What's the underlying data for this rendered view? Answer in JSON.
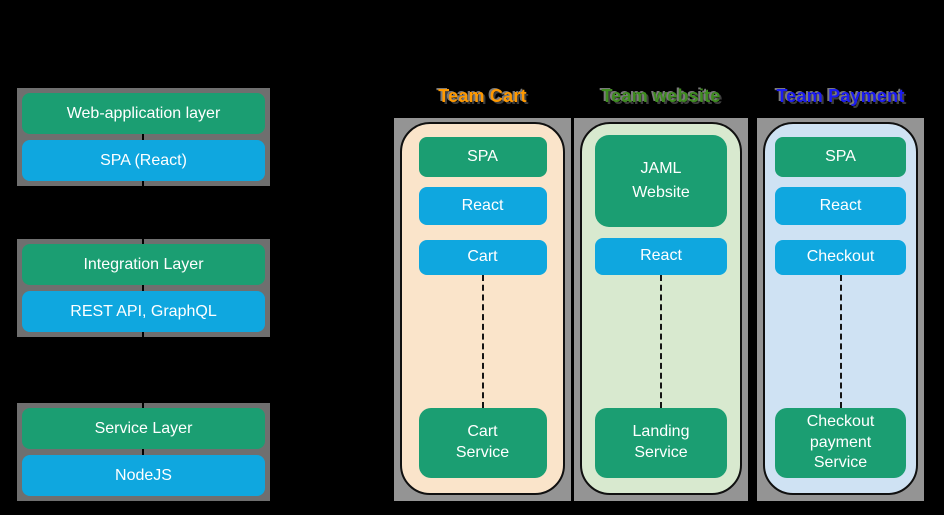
{
  "colors": {
    "canvas": "#000000",
    "green": "#1b9e72",
    "blue": "#0fa7df",
    "grayBox": "#6f6f6f",
    "grayLane": "#949494",
    "laneBorder": "#101010",
    "textWhite": "#ffffff"
  },
  "layers": [
    {
      "name": "Web-application layer",
      "tech": "SPA (React)"
    },
    {
      "name": "Integration Layer",
      "tech": "REST API, GraphQL"
    },
    {
      "name": "Service Layer",
      "tech": "NodeJS"
    }
  ],
  "teams": [
    {
      "title": "Team Cart",
      "title_color": "#ff9900",
      "lane_bg": "#fae4ca",
      "boxes": [
        {
          "label": "SPA",
          "type": "green"
        },
        {
          "label": "React",
          "type": "blue"
        },
        {
          "label": "Cart",
          "type": "blue"
        }
      ],
      "service": "Cart\nService"
    },
    {
      "title": "Team website",
      "title_color": "#3e8c1f",
      "lane_bg": "#d8e9cf",
      "boxes": [
        {
          "label": "JAML\nWebsite",
          "type": "green"
        },
        {
          "label": "React",
          "type": "blue"
        }
      ],
      "service": "Landing\nService"
    },
    {
      "title": "Team Payment",
      "title_color": "#1b1bf2",
      "lane_bg": "#cfe2f3",
      "boxes": [
        {
          "label": "SPA",
          "type": "green"
        },
        {
          "label": "React",
          "type": "blue"
        },
        {
          "label": "Checkout",
          "type": "blue"
        }
      ],
      "service": "Checkout\npayment\nService"
    }
  ]
}
